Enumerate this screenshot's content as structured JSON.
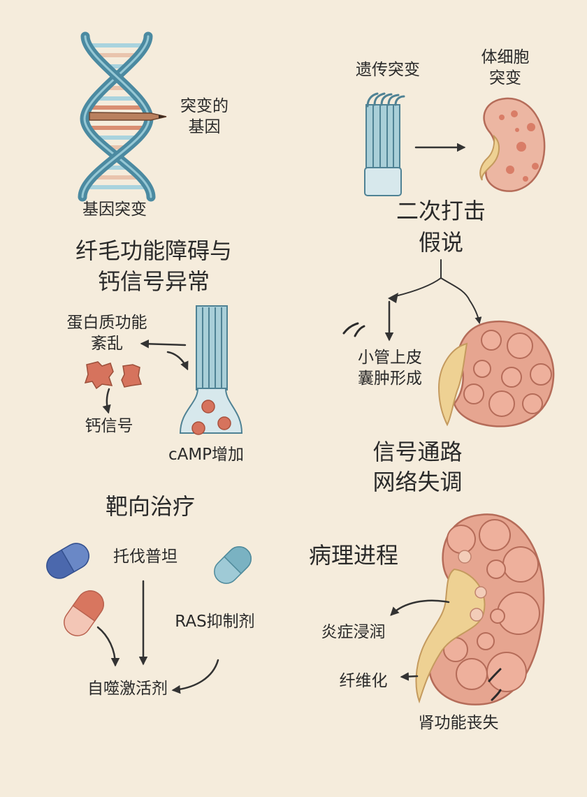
{
  "gene_mutation": {
    "mutated_gene_label": [
      "突变的",
      "基因"
    ],
    "caption": "基因突变"
  },
  "two_hit": {
    "germline_label": "遗传突变",
    "somatic_label": [
      "体细胞",
      "突变"
    ],
    "title": [
      "二次打击",
      "假说"
    ]
  },
  "cilia": {
    "title": [
      "纤毛功能障碍与",
      "钙信号异常"
    ],
    "protein_label": [
      "蛋白质功能",
      "紊乱"
    ],
    "calcium_label": "钙信号",
    "camp_label": "cAMP增加"
  },
  "cyst": {
    "formation_label": [
      "小管上皮",
      "囊肿形成"
    ],
    "signaling_title": [
      "信号通路",
      "网络失调"
    ]
  },
  "therapy": {
    "title": "靶向治疗",
    "drugs": [
      "托伐普坦",
      "RAS抑制剂",
      "自噬激活剂"
    ]
  },
  "pathology": {
    "title": "病理进程",
    "labels": [
      "炎症浸润",
      "纤维化",
      "肾功能丧失"
    ]
  },
  "icons": [
    "dna-helix-icon",
    "cilia-icon",
    "kidney-icon",
    "cyst-kidney-icon",
    "capsule-icon",
    "arrow-icon"
  ],
  "colors": {
    "background": "#f5ecdc",
    "text": "#2a2a2a",
    "dna": "#4b8aa1",
    "cilia": "#a9cfd8",
    "cilia_line": "#4f8294",
    "kidney": "#e6a590",
    "kidney_line": "#b56c59",
    "cyst": "#d6735d",
    "cyst_fill": "#eeb09c",
    "ureter": "#eed193",
    "pill_blue": "#4b68ad",
    "pill_teal": "#7ab2c2",
    "pill_red": "#d8765f",
    "arrow": "#333333"
  }
}
